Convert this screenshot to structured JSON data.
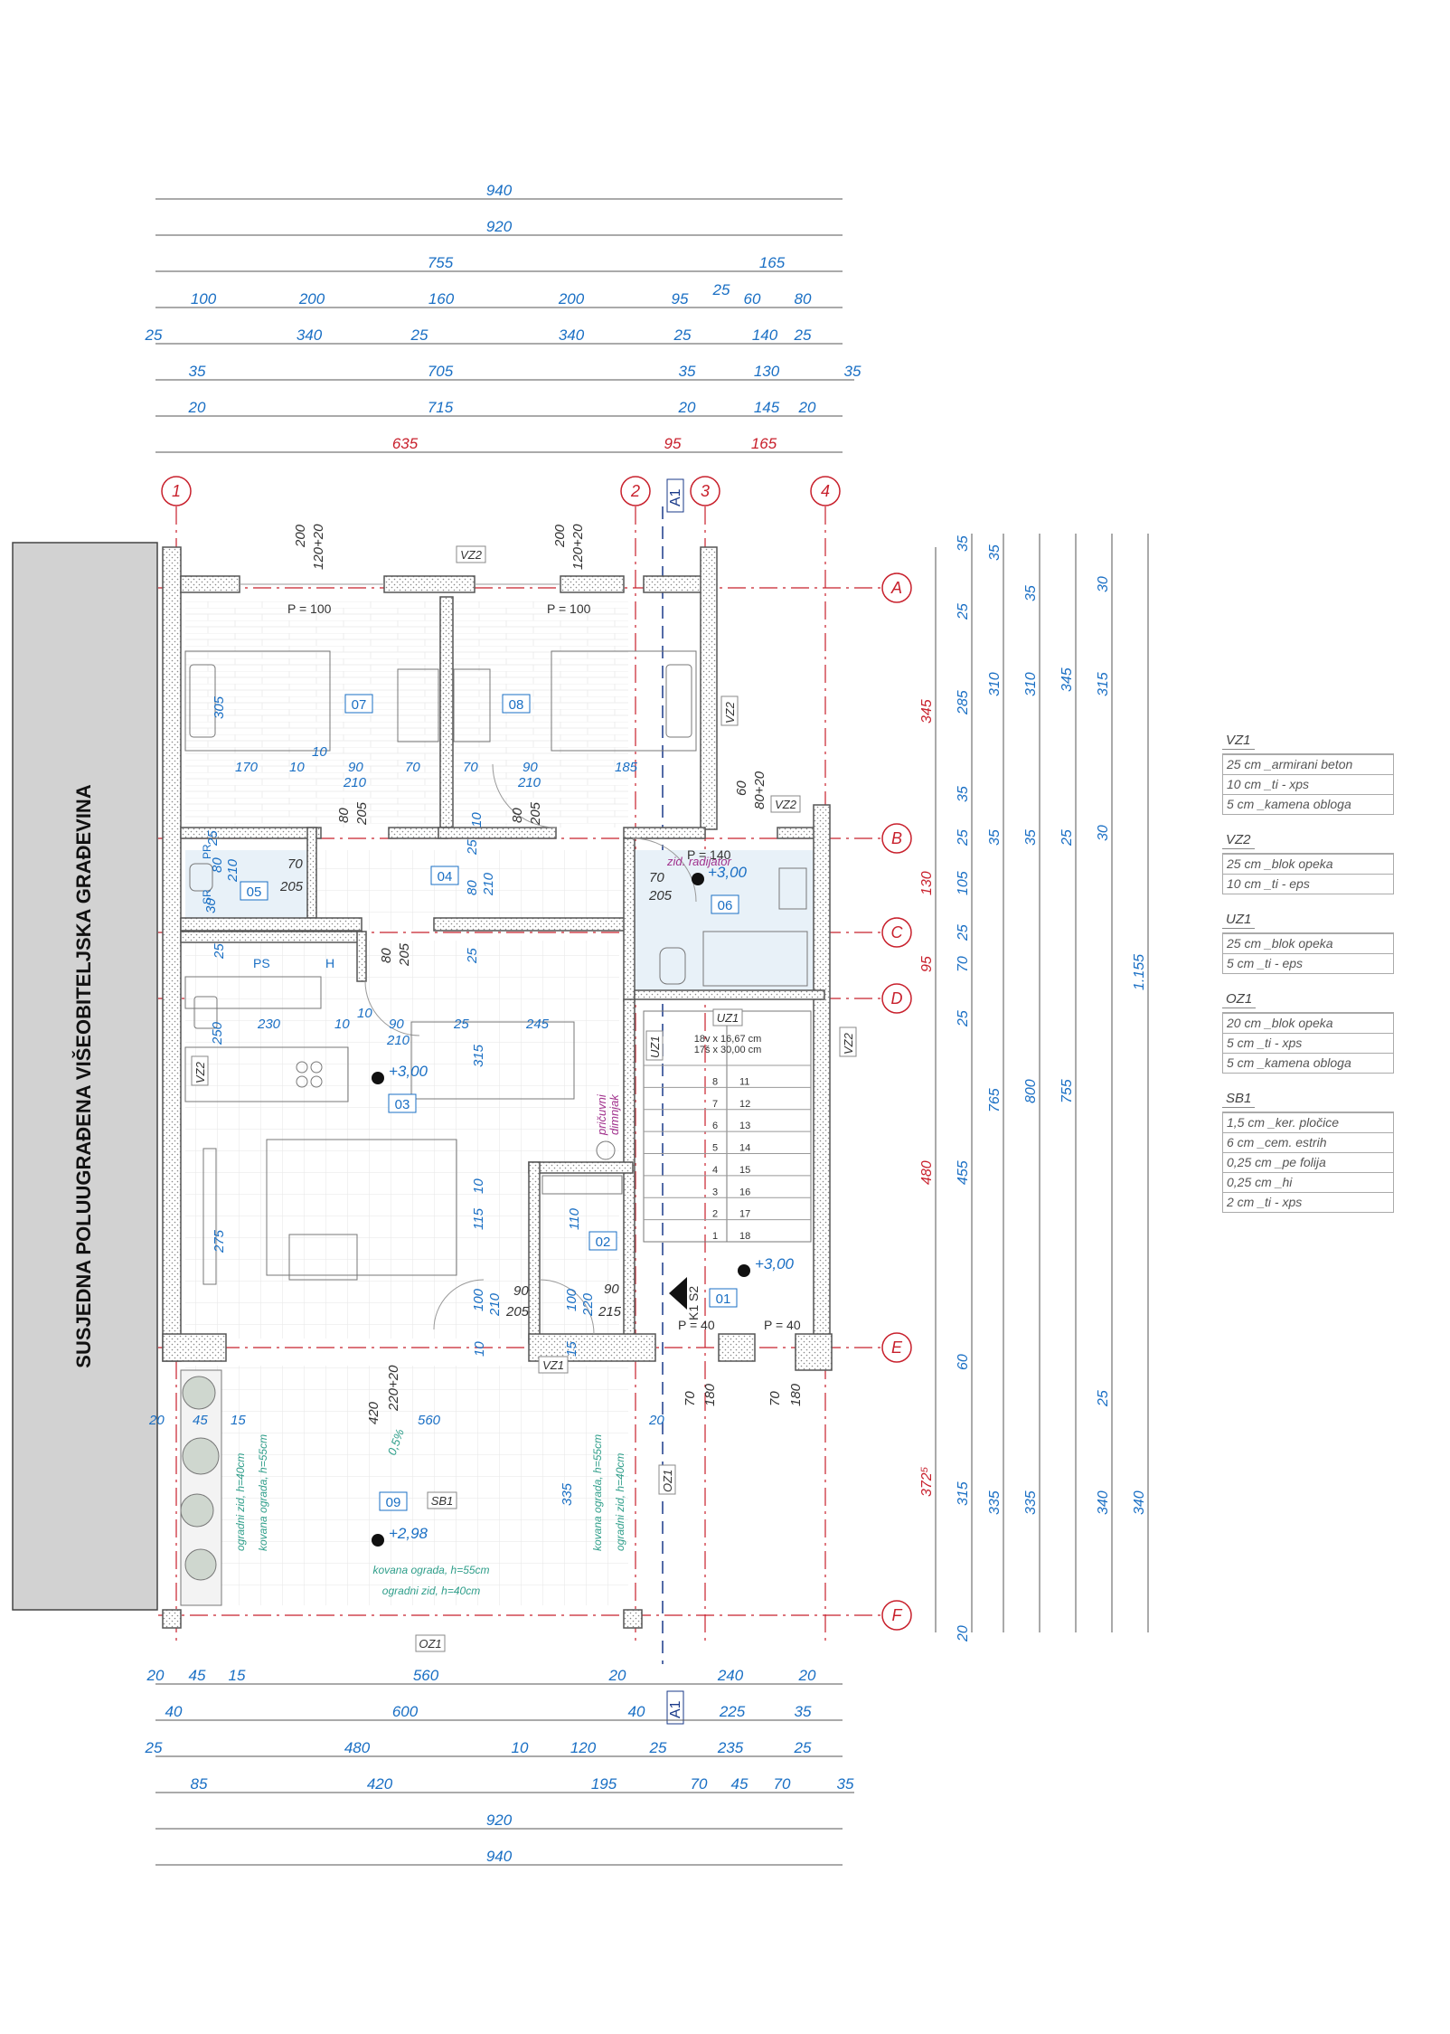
{
  "side_label": "SUSJEDNA POLUUGRAĐENA VIŠEOBITELJSKA GRAĐEVINA",
  "axes_vertical": [
    "1",
    "2",
    "3",
    "4"
  ],
  "axes_horizontal": [
    "A",
    "B",
    "C",
    "D",
    "E",
    "F"
  ],
  "section_marker": "A1",
  "top_dims": {
    "r1": [
      "940"
    ],
    "r2": [
      "920"
    ],
    "r3": [
      "755",
      "165"
    ],
    "r4": [
      "100",
      "200",
      "160",
      "200",
      "95",
      "25",
      "60",
      "80"
    ],
    "r5": [
      "25",
      "340",
      "25",
      "340",
      "25",
      "140",
      "25"
    ],
    "r6": [
      "35",
      "705",
      "35",
      "130",
      "35"
    ],
    "r7": [
      "20",
      "715",
      "20",
      "145",
      "20"
    ],
    "r8": [
      "635",
      "95",
      "165"
    ]
  },
  "bottom_dims": {
    "r1": [
      "20",
      "45",
      "15",
      "560",
      "20",
      "240",
      "20"
    ],
    "r2": [
      "40",
      "600",
      "40",
      "225",
      "35"
    ],
    "r3": [
      "25",
      "480",
      "10",
      "120",
      "25",
      "235",
      "25"
    ],
    "r4": [
      "85",
      "420",
      "195",
      "70",
      "45",
      "70",
      "35"
    ],
    "r5": [
      "920"
    ],
    "r6": [
      "940"
    ]
  },
  "right_dims": {
    "c1": [
      "345",
      "130",
      "95",
      "480",
      "372⁵"
    ],
    "c2": [
      "35",
      "25",
      "285",
      "35",
      "25",
      "105",
      "25",
      "70",
      "25",
      "455",
      "60",
      "315",
      "20"
    ],
    "c3": [
      "35",
      "310",
      "35",
      "765",
      "335"
    ],
    "c4": [
      "35",
      "310",
      "35",
      "800",
      "335"
    ],
    "c5": [
      "345",
      "25",
      "755",
      "25",
      "340"
    ],
    "c6": [
      "30",
      "315",
      "30",
      "1.155",
      "340"
    ]
  },
  "rooms": [
    {
      "num": "07"
    },
    {
      "num": "08"
    },
    {
      "num": "04"
    },
    {
      "num": "05"
    },
    {
      "num": "06"
    },
    {
      "num": "03"
    },
    {
      "num": "02"
    },
    {
      "num": "01"
    },
    {
      "num": "09"
    }
  ],
  "levels": {
    "l1": "+3,00",
    "l2": "+3,00",
    "l3": "+3,00",
    "l4": "+2,98"
  },
  "wall_tags": {
    "vz2_top": "VZ2",
    "vz2_right": "VZ2",
    "vz2_b": "VZ2",
    "vz2_left": "VZ2",
    "vz2_stair": "VZ2",
    "uz1_a": "UZ1",
    "uz1_b": "UZ1",
    "vz1": "VZ1",
    "oz1_right": "OZ1",
    "oz1_bottom": "OZ1",
    "sb1": "SB1"
  },
  "annotations": {
    "p100_a": "P = 100",
    "p100_b": "P = 100",
    "p140": "P = 140",
    "p40_a": "P = 40",
    "p40_b": "P = 40",
    "zid_radijator": "zid. radijator",
    "pricuvni": "pričuvni",
    "dimnjak": "dimnjak",
    "stairs1": "18v x 16,67 cm",
    "stairs2": "17š x 30,00 cm",
    "kovana55": "kovana ograda, h=55cm",
    "ogradni40": "ogradni zid, h=40cm",
    "slope": "0,5%",
    "k1s2": "K1 S2",
    "ps": "PS",
    "h": "H",
    "pr": "PR",
    "sr": "SR"
  },
  "inner_dims": {
    "d200a": "200",
    "d120a": "120+20",
    "d200b": "200",
    "d120b": "120+20",
    "d305": "305",
    "d170": "170",
    "d10a": "10",
    "d10b": "10",
    "d90a": "90",
    "d70a": "70",
    "d70b": "70",
    "d90b": "90",
    "d185": "185",
    "d210a": "210",
    "d210b": "210",
    "d80a": "80",
    "d205a": "205",
    "d80b": "80",
    "d205b": "205",
    "d60": "60",
    "d80p20": "80+20",
    "d70c": "70",
    "d205c": "205",
    "d70d": "70",
    "d205d": "205",
    "d25a": "25",
    "d80c": "80",
    "d210c": "210",
    "d30": "30",
    "d25b": "25",
    "d80d": "80",
    "d210d": "210",
    "d80e": "80",
    "d205e": "205",
    "d25c": "25",
    "d10c": "10",
    "d250": "250",
    "d230": "230",
    "d10d": "10",
    "d10e": "10",
    "d90c": "90",
    "d25d": "25",
    "d245": "245",
    "d210e": "210",
    "d315": "315",
    "d25e": "25",
    "d275": "275",
    "d115": "115",
    "d10f": "10",
    "d110": "110",
    "d100": "100",
    "d210f": "210",
    "d90d": "90",
    "d205f": "205",
    "d100b": "100",
    "d220": "220",
    "d90e": "90",
    "d215": "215",
    "d15a": "15",
    "d70e": "70",
    "d180a": "180",
    "d70f": "70",
    "d180b": "180",
    "d420": "420",
    "d220p20": "220+20",
    "d20l": "20",
    "d45l": "45",
    "d15l": "15",
    "d560": "560",
    "d20r": "20",
    "d335": "335"
  },
  "stair_steps": [
    "8",
    "11",
    "7",
    "12",
    "6",
    "13",
    "5",
    "14",
    "4",
    "15",
    "3",
    "16",
    "2",
    "17",
    "1",
    "18"
  ],
  "legend": [
    {
      "id": "VZ1",
      "rows": [
        "25 cm _armirani beton",
        "10 cm _ti - xps",
        "5 cm _kamena obloga"
      ]
    },
    {
      "id": "VZ2",
      "rows": [
        "25 cm _blok opeka",
        "10 cm _ti - eps"
      ]
    },
    {
      "id": "UZ1",
      "rows": [
        "25 cm _blok opeka",
        "5 cm _ti - eps"
      ]
    },
    {
      "id": "OZ1",
      "rows": [
        "20 cm _blok opeka",
        "5 cm _ti - xps",
        "5 cm _kamena obloga"
      ]
    },
    {
      "id": "SB1",
      "rows": [
        "1,5 cm _ker. pločice",
        "6 cm _cem. estrih",
        "0,25 cm _pe folija",
        "0,25 cm _hi",
        "2 cm _ti - xps"
      ]
    }
  ],
  "colors": {
    "dimension_blue": "#1a6fc4",
    "axis_red": "#c8202c",
    "wall": "#7a7a7a",
    "green_text": "#2f9e8a",
    "purple_text": "#a0308c"
  }
}
